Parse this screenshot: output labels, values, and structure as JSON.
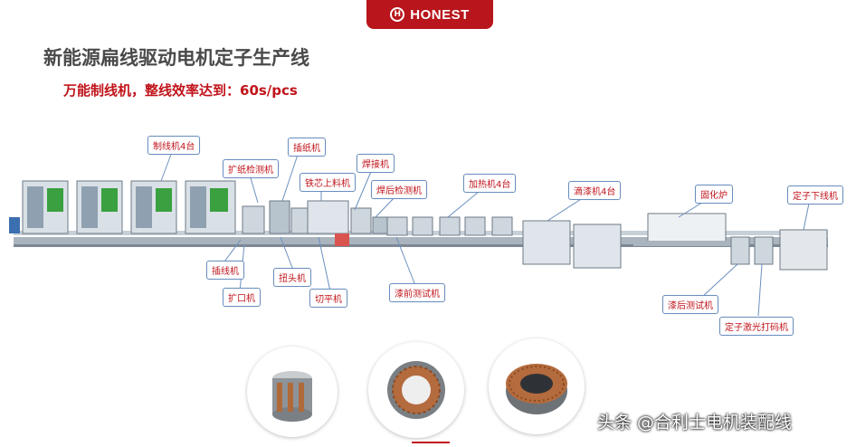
{
  "brand": {
    "name": "HONEST",
    "color": "#b8161c"
  },
  "title": "新能源扁线驱动电机定子生产线",
  "subtitle": "万能制线机，整线效率达到：60s/pcs",
  "callouts": {
    "c0": "制线机4台",
    "c1": "扩纸检测机",
    "c2": "插纸机",
    "c3": "铁芯上料机",
    "c4": "焊接机",
    "c5": "焊后检测机",
    "c6": "加热机4台",
    "c7": "滴漆机4台",
    "c8": "固化炉",
    "c9": "定子下线机",
    "c10": "插线机",
    "c11": "扩口机",
    "c12": "扭头机",
    "c13": "切平机",
    "c14": "漆前测试机",
    "c15": "漆后测试机",
    "c16": "定子激光打码机"
  },
  "products": [
    "stator-core-icon",
    "stator-end-view-icon",
    "stator-winding-icon"
  ],
  "watermark": "头条 @合利士电机装配线",
  "colors": {
    "callout_text": "#c0141b",
    "callout_border": "#6a8fc0",
    "machine_frame": "#8a9aa8",
    "machine_green": "#3aa040"
  }
}
